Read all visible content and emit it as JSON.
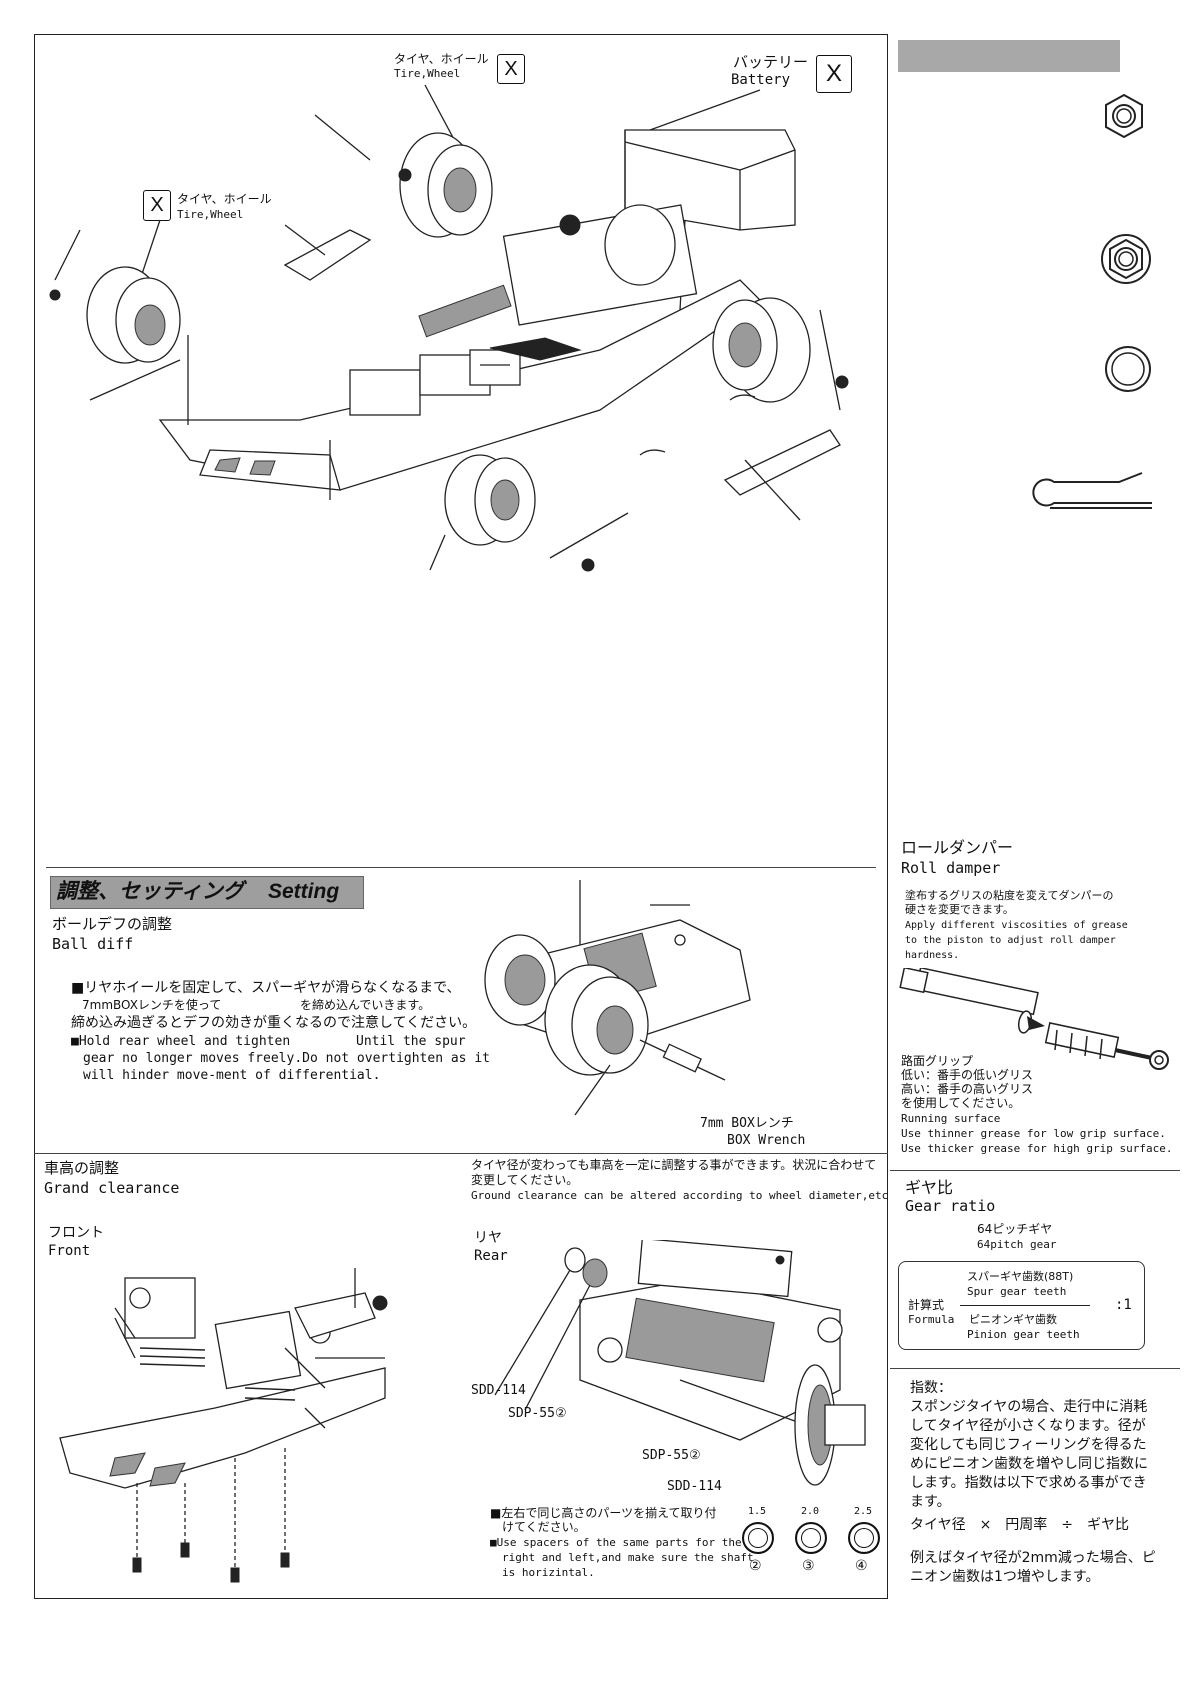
{
  "callouts": {
    "tire_wheel_top_jp": "タイヤ、ホイール",
    "tire_wheel_top_en": "Tire,Wheel",
    "x_mark": "X",
    "battery_jp": "バッテリー",
    "battery_en": "Battery",
    "tire_wheel_left_jp": "タイヤ、ホイール",
    "tire_wheel_left_en": "Tire,Wheel"
  },
  "sidebar": {
    "header_label": ""
  },
  "setting": {
    "banner_jp": "調整、セッティング",
    "banner_en": "Setting",
    "ball_diff_jp": "ボールデフの調整",
    "ball_diff_en": "Ball diff",
    "instr_jp_1": "■リヤホイールを固定して、スパーギヤが滑らなくなるまで、",
    "instr_jp_2a": "7mmBOXレンチを使って",
    "instr_jp_2b": "を締め込んでいきます。",
    "instr_jp_3": "締め込み過ぎるとデフの効きが重くなるので注意してください。",
    "instr_en_1a": "■Hold rear wheel and tighten",
    "instr_en_1b": "Until the spur",
    "instr_en_2": "gear no longer moves freely.Do not overtighten as it",
    "instr_en_3": "will hinder move-ment of differential.",
    "wrench_jp": "7mm BOXレンチ",
    "wrench_en": "BOX Wrench"
  },
  "roll_damper": {
    "title_jp": "ロールダンパー",
    "title_en": "Roll damper",
    "desc_jp_1": "塗布するグリスの粘度を変えてダンパーの",
    "desc_jp_2": "硬さを変更できます。",
    "desc_en_1": "Apply different viscosities of grease",
    "desc_en_2": "to the piston to adjust roll damper",
    "desc_en_3": "hardness.",
    "grip_jp_1": "路面グリップ",
    "grip_jp_2": "低い：番手の低いグリス",
    "grip_jp_3": "高い：番手の高いグリス",
    "grip_jp_4": "を使用してください。",
    "grip_en_1": "Running surface",
    "grip_en_2": "Use thinner grease for low grip surface.",
    "grip_en_3": "Use thicker grease for high grip surface."
  },
  "clearance": {
    "title_jp": "車高の調整",
    "title_en": "Grand clearance",
    "note_jp_1": "タイヤ径が変わっても車高を一定に調整する事ができます。状況に合わせて",
    "note_jp_2": "変更してください。",
    "note_en": "Ground clearance can be altered according to wheel diameter,etc",
    "front_jp": "フロント",
    "front_en": "Front",
    "rear_jp": "リヤ",
    "rear_en": "Rear",
    "part_sdd114_a": "SDD-114",
    "part_sdp55_a": "SDP-55②",
    "part_sdp55_b": "SDP-55②",
    "part_sdd114_b": "SDD-114",
    "spacer_jp_1": "■左右で同じ高さのパーツを揃えて取り付",
    "spacer_jp_2": "けてください。",
    "spacer_en_1": "■Use spacers of the same parts for the",
    "spacer_en_2": "right and left,and make sure the shaft",
    "spacer_en_3": "is horizintal.",
    "spacers": [
      {
        "size": "1.5",
        "num": "②"
      },
      {
        "size": "2.0",
        "num": "③"
      },
      {
        "size": "2.5",
        "num": "④"
      }
    ]
  },
  "gear_ratio": {
    "title_jp": "ギヤ比",
    "title_en": "Gear ratio",
    "pitch_jp": "64ピッチギヤ",
    "pitch_en": "64pitch gear",
    "formula_jp": "計算式",
    "formula_en": "Formula",
    "spur_jp": "スパーギヤ歯数(88T)",
    "spur_en": "Spur gear teeth",
    "pinion_jp": "ピニオンギヤ歯数",
    "pinion_en": "Pinion gear teeth",
    "ratio_suffix": ":1"
  },
  "index": {
    "title": "指数：",
    "body_1": "スポンジタイヤの場合、走行中に消耗",
    "body_2": "してタイヤ径が小さくなります。径が",
    "body_3": "変化しても同じフィーリングを得るた",
    "body_4": "めにピニオン歯数を増やし同じ指数に",
    "body_5": "します。指数は以下で求める事ができ",
    "body_6": "ます。",
    "formula": "タイヤ径　×　円周率　÷　ギヤ比",
    "example_1": "例えばタイヤ径が2mm減った場合、ピ",
    "example_2": "ニオン歯数は1つ増やします。"
  },
  "colors": {
    "banner_bg": "#9e9e9e",
    "header_bg": "#a8a8a8",
    "ink": "#111111"
  }
}
